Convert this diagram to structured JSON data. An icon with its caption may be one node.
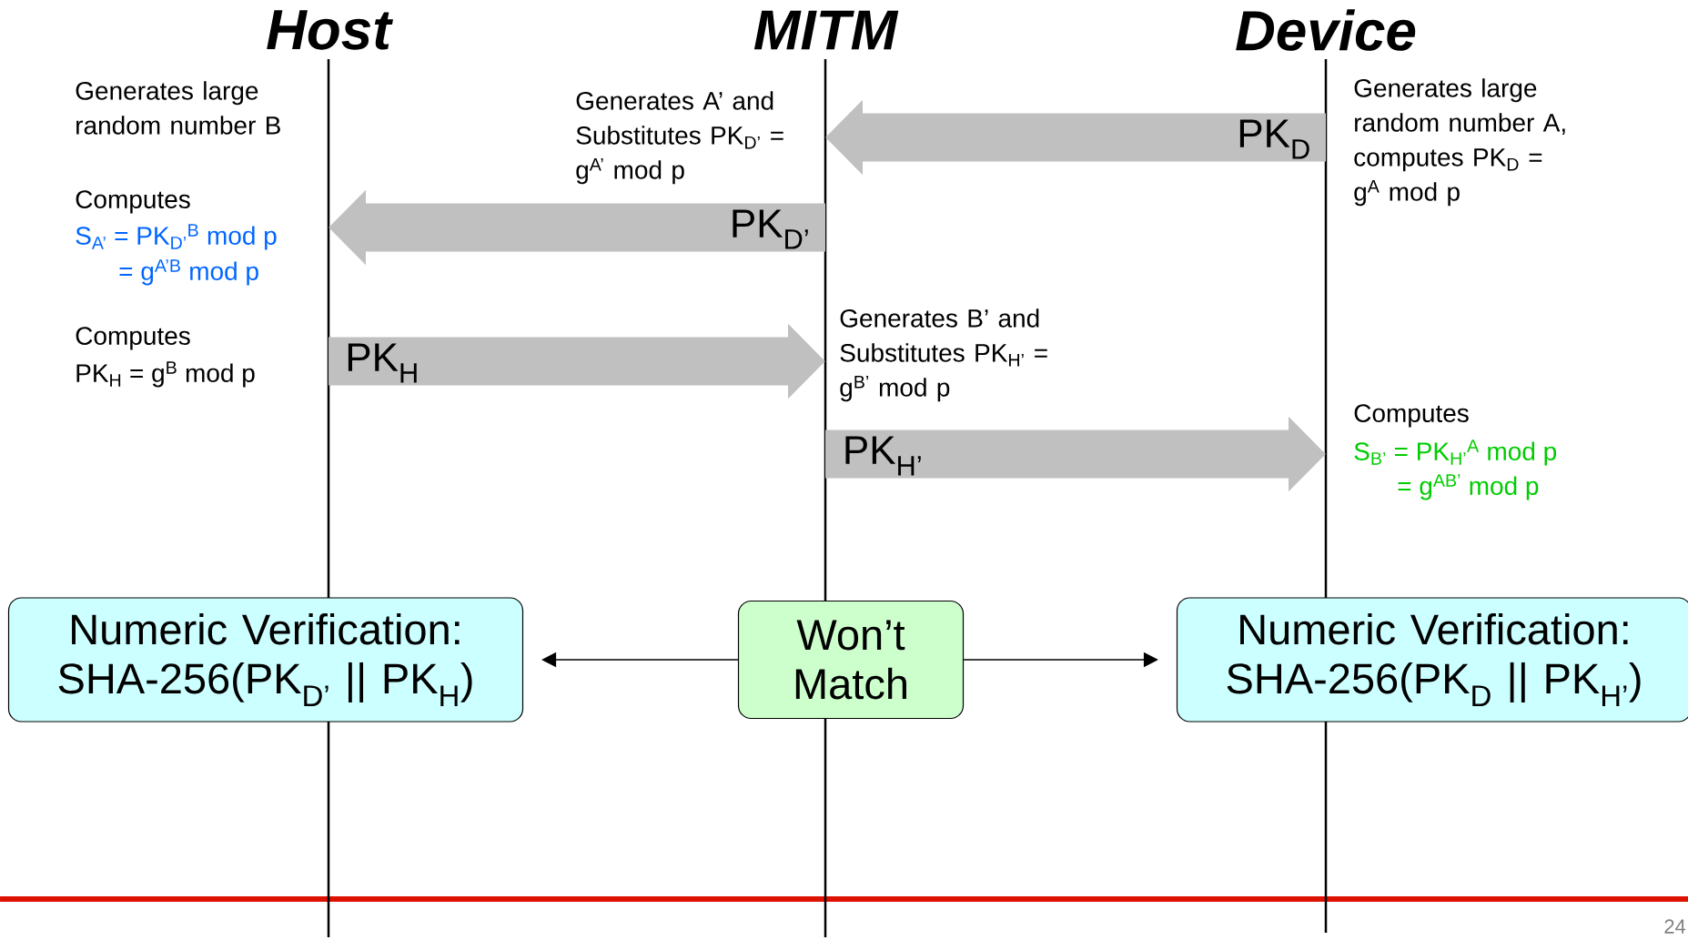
{
  "diagram": {
    "nodes": [
      {
        "text": [
          "Host"
        ]
      },
      {
        "text": [
          "MITM"
        ]
      },
      {
        "text": [
          "Device"
        ]
      },
      {
        "text": [
          "Numeric Verification: SHA-256(PK$_{D’}$ || PK$_{H}$)"
        ]
      },
      {
        "text": [
          "Won’t Match"
        ]
      },
      {
        "text": [
          "Numeric Verification: SHA-256(PK$_{D}$ || PK$_{H’}$)"
        ]
      }
    ],
    "edges": [
      {
        "from": 2,
        "to": 1,
        "arrow": "to",
        "label": "PK$_{D}$"
      },
      {
        "from": 1,
        "to": 0,
        "arrow": "to",
        "label": "PK$_{D’}$"
      },
      {
        "from": 0,
        "to": 1,
        "arrow": "to",
        "label": "PK$_{H}$"
      },
      {
        "from": 1,
        "to": 2,
        "arrow": "to",
        "label": "PK$_{H’}$"
      },
      {
        "from": 4,
        "to": 3,
        "arrow": "to",
        "color": "#000000"
      },
      {
        "from": 4,
        "to": 5,
        "arrow": "to",
        "color": "#000000"
      }
    ],
    "labels": [
      "Generates large random number B",
      "Computes",
      "S$_{A’}$ = PK$_{D’}$$^{B}$ mod p",
      "= g$^{A’B}$ mod p",
      "Computes",
      "PK$_{H}$ = g$^{B}$ mod p",
      "Generates A’ and Substitutes PK$_{D’}$ = g$^{A’}$ mod p",
      "Generates B’ and Substitutes PK$_{H’}$ = g$^{B’}$ mod p",
      "Generates large random number A, computes PK$_{D}$ = g$^{A}$ mod p",
      "Computes",
      "S$_{B’}$ = PK$_{H’}$$^{A}$ mod p",
      "= g$^{AB’}$ mod p",
      "24"
    ]
  }
}
